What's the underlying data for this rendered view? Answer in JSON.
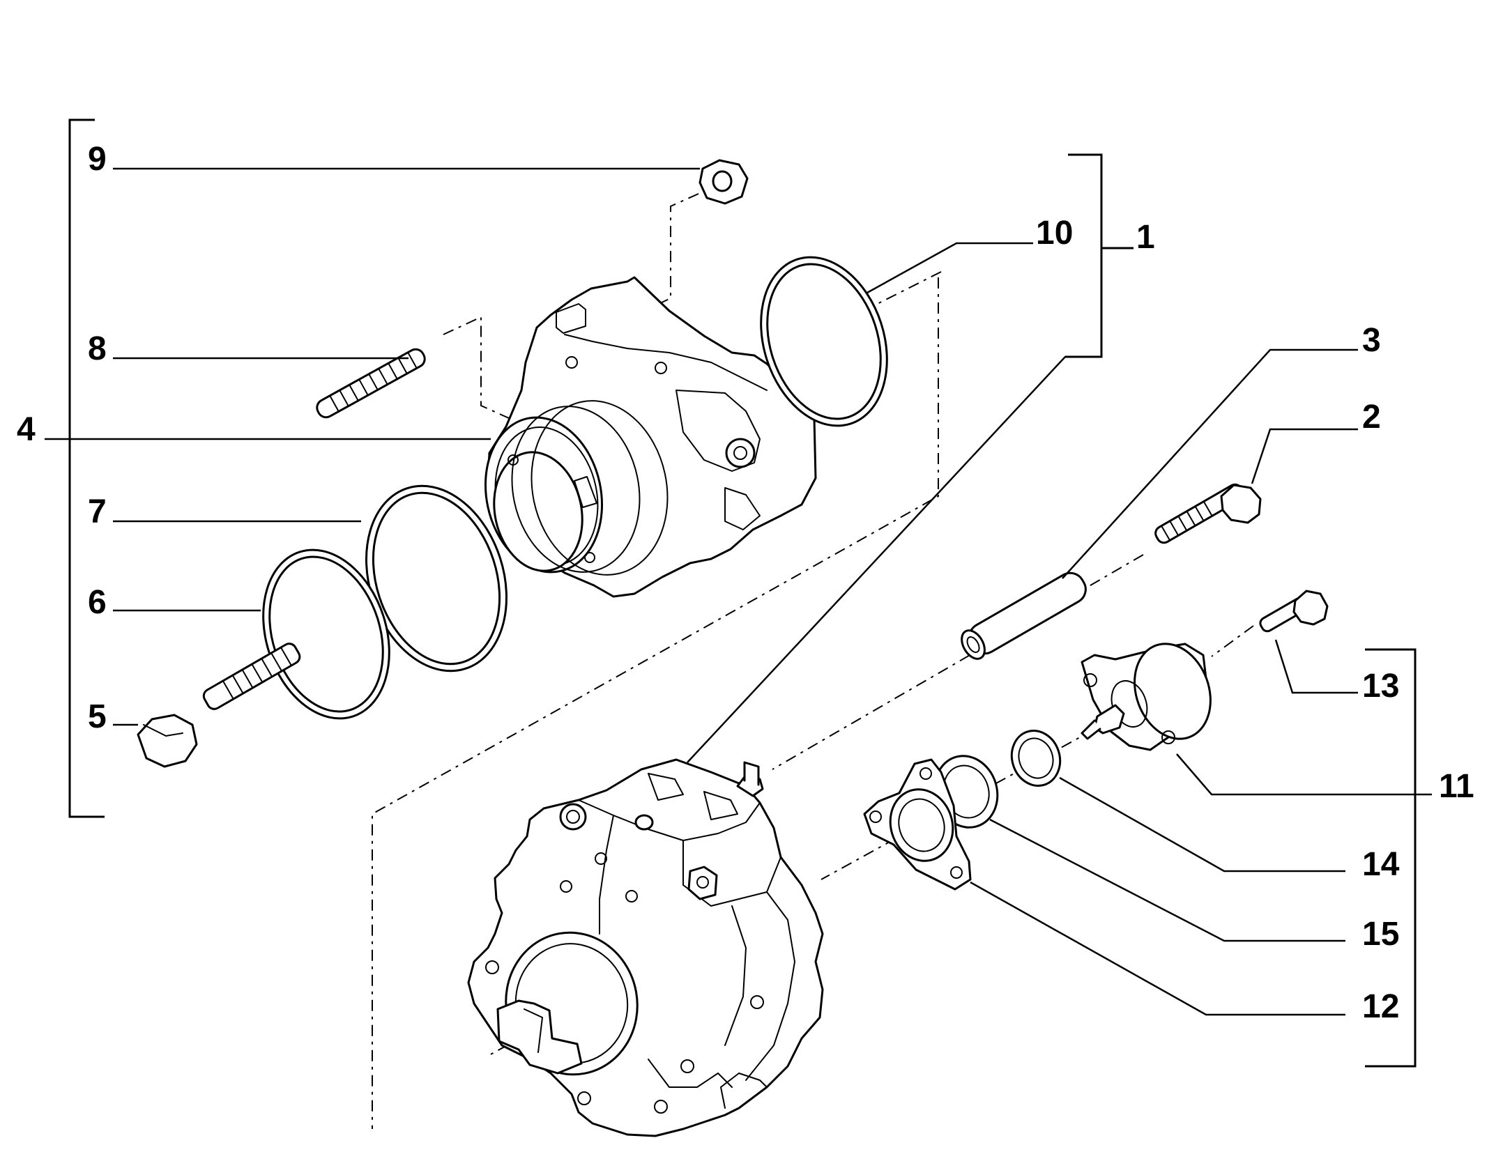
{
  "diagram": {
    "colors": {
      "line": "#000000",
      "background": "#ffffff"
    },
    "callouts": {
      "c1": "1",
      "c2": "2",
      "c3": "3",
      "c4": "4",
      "c5": "5",
      "c6": "6",
      "c7": "7",
      "c8": "8",
      "c9": "9",
      "c10": "10",
      "c11": "11",
      "c12": "12",
      "c13": "13",
      "c14": "14",
      "c15": "15"
    }
  }
}
